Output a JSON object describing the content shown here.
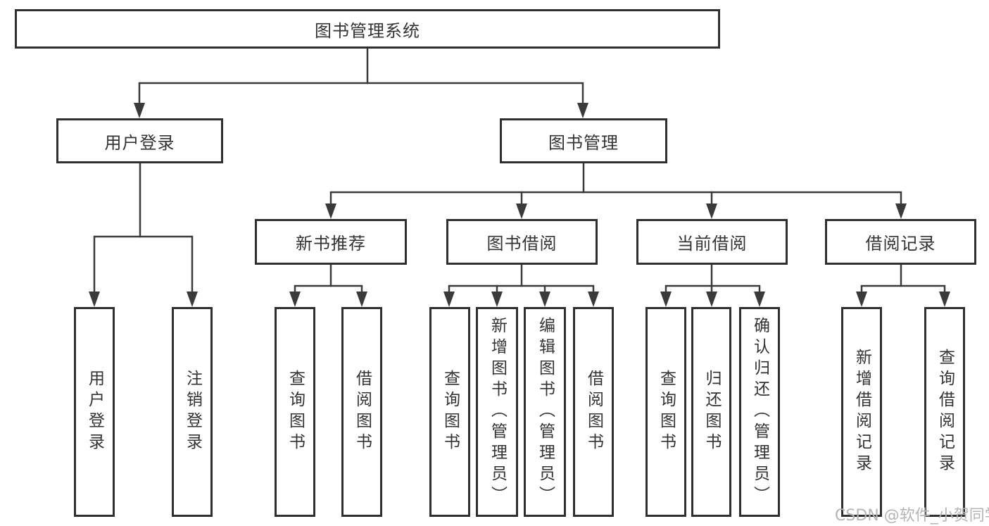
{
  "nodes": {
    "root": {
      "label": "图书管理系统"
    },
    "user_login": {
      "label": "用户登录"
    },
    "book_mgmt": {
      "label": "图书管理"
    },
    "new_book_rec": {
      "label": "新书推荐"
    },
    "book_borrow": {
      "label": "图书借阅"
    },
    "current_borrow": {
      "label": "当前借阅"
    },
    "borrow_records": {
      "label": "借阅记录"
    },
    "leaf_user_login": {
      "label": "用户登录"
    },
    "leaf_logout": {
      "label": "注销登录"
    },
    "leaf_rec_query": {
      "label": "查询图书"
    },
    "leaf_rec_borrow": {
      "label": "借阅图书"
    },
    "leaf_bb_query": {
      "label": "查询图书"
    },
    "leaf_bb_add": {
      "label": "新增图书（管理员）"
    },
    "leaf_bb_edit": {
      "label": "编辑图书（管理员）"
    },
    "leaf_bb_borrow": {
      "label": "借阅图书"
    },
    "leaf_cb_query": {
      "label": "查询图书"
    },
    "leaf_cb_return": {
      "label": "归还图书"
    },
    "leaf_cb_confirm": {
      "label": "确认归还（管理员）"
    },
    "leaf_br_add": {
      "label": "新增借阅记录"
    },
    "leaf_br_query": {
      "label": "查询借阅记录"
    }
  },
  "hierarchy": {
    "图书管理系统": {
      "用户登录": [
        "用户登录",
        "注销登录"
      ],
      "图书管理": {
        "新书推荐": [
          "查询图书",
          "借阅图书"
        ],
        "图书借阅": [
          "查询图书",
          "新增图书（管理员）",
          "编辑图书（管理员）",
          "借阅图书"
        ],
        "当前借阅": [
          "查询图书",
          "归还图书",
          "确认归还（管理员）"
        ],
        "借阅记录": [
          "新增借阅记录",
          "查询借阅记录"
        ]
      }
    }
  },
  "watermark": "CSDN @软件_小贺同学",
  "colors": {
    "line": "#3a3a3a",
    "box_border": "#2f2f2f",
    "box_fill": "#ffffff",
    "text": "#333333",
    "watermark": "#b5b5b5"
  }
}
